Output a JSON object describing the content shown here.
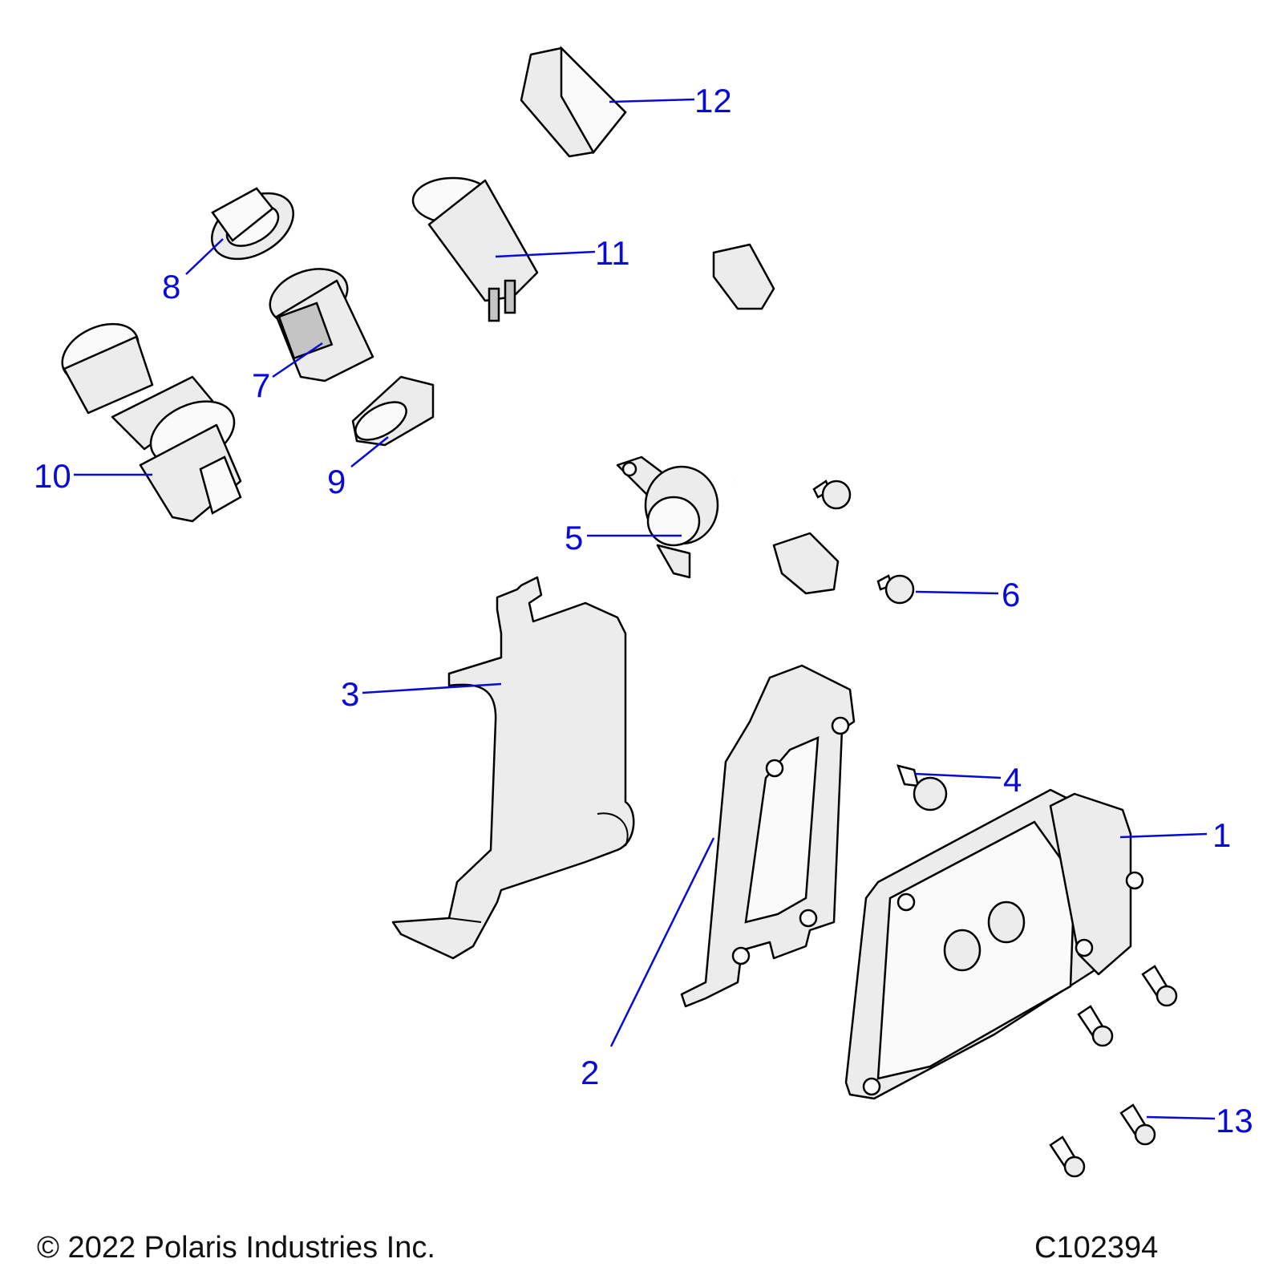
{
  "callouts": [
    {
      "id": "1",
      "label": "1"
    },
    {
      "id": "2",
      "label": "2"
    },
    {
      "id": "3",
      "label": "3"
    },
    {
      "id": "4",
      "label": "4"
    },
    {
      "id": "5",
      "label": "5"
    },
    {
      "id": "6",
      "label": "6"
    },
    {
      "id": "7",
      "label": "7"
    },
    {
      "id": "8",
      "label": "8"
    },
    {
      "id": "9",
      "label": "9"
    },
    {
      "id": "10",
      "label": "10"
    },
    {
      "id": "11",
      "label": "11"
    },
    {
      "id": "12",
      "label": "12"
    },
    {
      "id": "13",
      "label": "13"
    }
  ],
  "footer": {
    "copyright": "© 2022 Polaris Industries Inc.",
    "drawing_number": "C102394"
  },
  "colors": {
    "callout": "#0a0ad6",
    "line": "#000000",
    "part_fill": "#ececec"
  }
}
